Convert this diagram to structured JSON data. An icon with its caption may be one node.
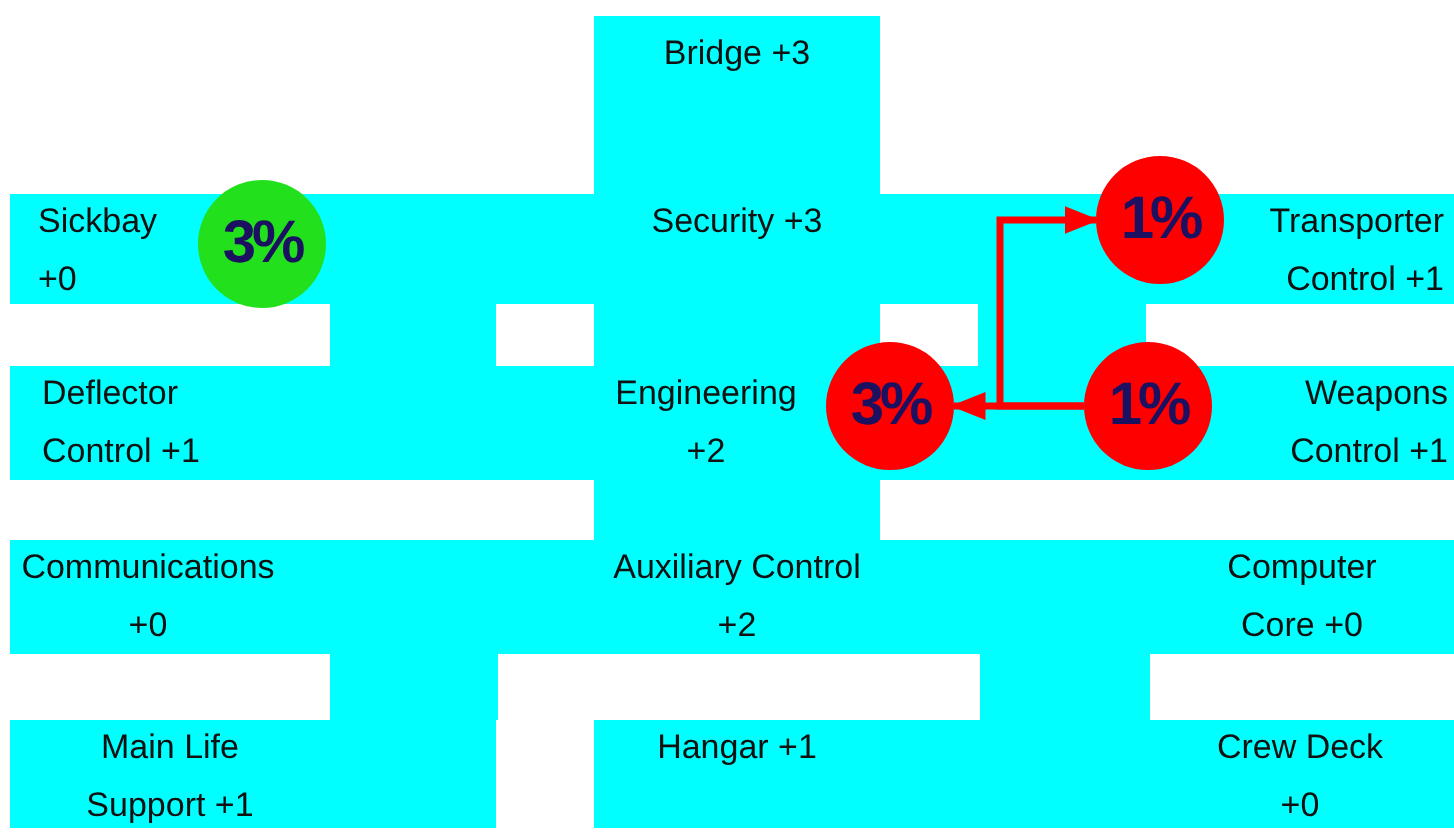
{
  "diagram": {
    "nodes": [
      {
        "text": [
          "Bridge +3"
        ]
      },
      {
        "text": [
          "Sickbay +0"
        ]
      },
      {
        "text": [
          "Security +3"
        ]
      },
      {
        "text": [
          "Transporter Control +1"
        ]
      },
      {
        "text": [
          "Deflector Control +1"
        ]
      },
      {
        "text": [
          "Engineering +2"
        ]
      },
      {
        "text": [
          "Weapons Control +1"
        ]
      },
      {
        "text": [
          "Communications +0"
        ]
      },
      {
        "text": [
          "Auxiliary Control +2"
        ]
      },
      {
        "text": [
          "Computer Core +0"
        ]
      },
      {
        "text": [
          "Main Life Support +1"
        ]
      },
      {
        "text": [
          "Hangar +1"
        ]
      },
      {
        "text": [
          "Crew Deck +0"
        ]
      },
      {
        "text": [
          "3%"
        ]
      },
      {
        "text": [
          "1%"
        ]
      },
      {
        "text": [
          "3%"
        ]
      },
      {
        "text": [
          "1%"
        ]
      }
    ],
    "edges": [
      {
        "from": 16,
        "to": 15,
        "arrow": "to"
      },
      {
        "from": 16,
        "to": 14,
        "arrow": "to"
      }
    ]
  }
}
